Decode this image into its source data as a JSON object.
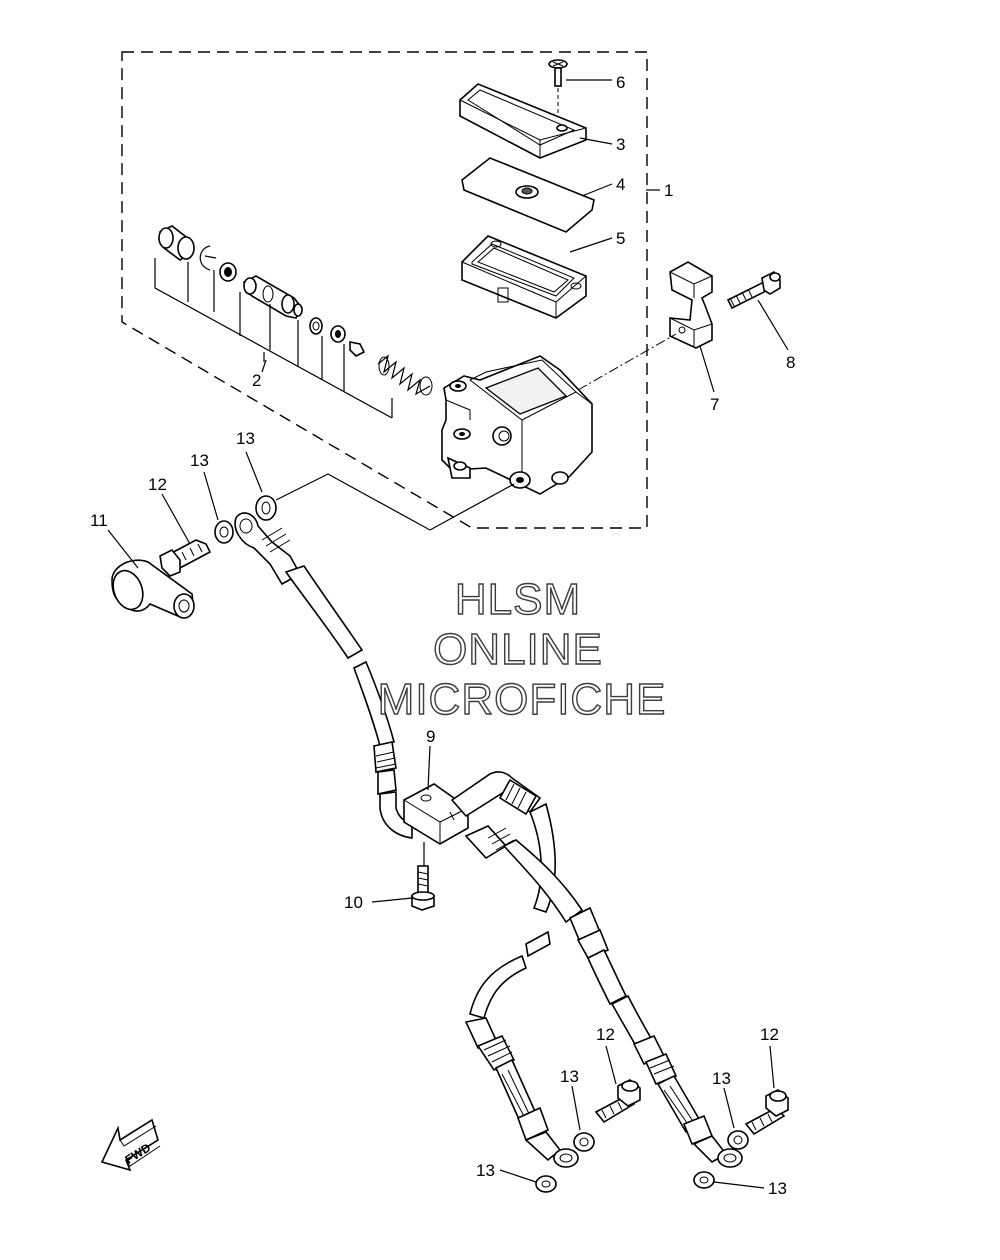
{
  "watermark": {
    "line1": "HLSM",
    "line2": "ONLINE",
    "line3": "MICROFICHE"
  },
  "direction_arrow": {
    "text": "FWD"
  },
  "callouts": {
    "c1": "1",
    "c2": "2",
    "c3": "3",
    "c4": "4",
    "c5": "5",
    "c6": "6",
    "c7": "7",
    "c8": "8",
    "c9": "9",
    "c10": "10",
    "c11": "11",
    "c12a": "12",
    "c12b": "12",
    "c12c": "12",
    "c13a": "13",
    "c13b": "13",
    "c13c": "13",
    "c13d": "13",
    "c13e": "13",
    "c13f": "13"
  },
  "icons": {
    "arrow": "fwd-arrow-icon"
  }
}
